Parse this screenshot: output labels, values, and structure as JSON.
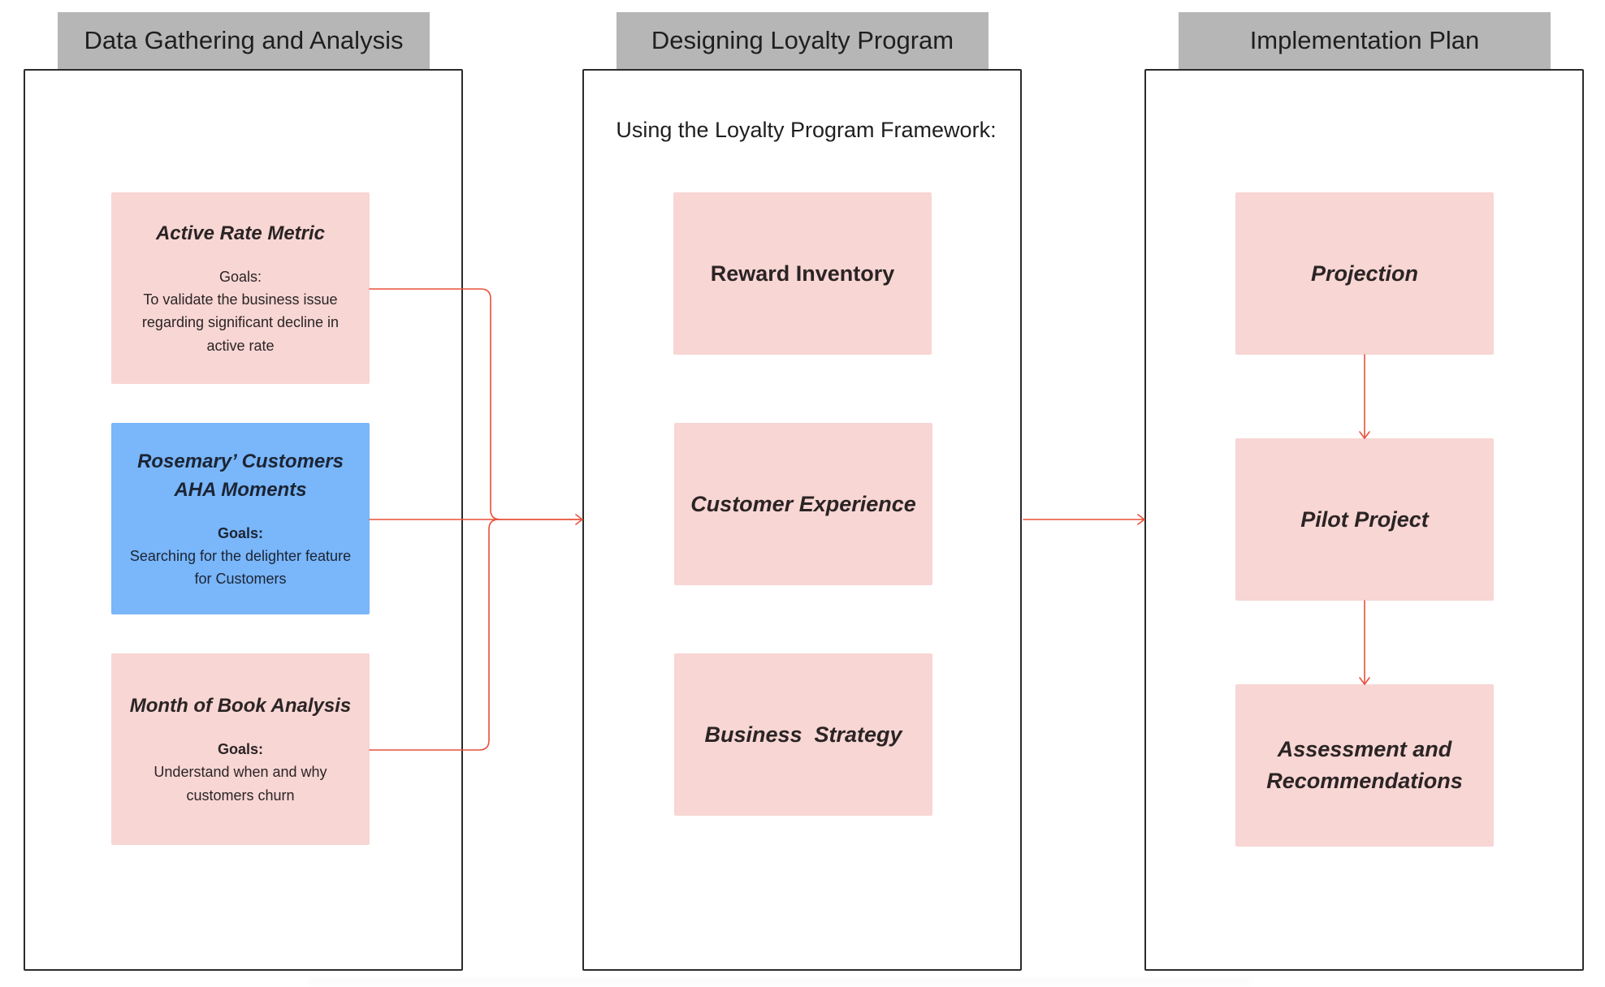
{
  "columns": [
    {
      "header": "Data Gathering and Analysis",
      "cards": [
        {
          "title": "Active Rate Metric",
          "goals_label": "Goals:",
          "goals_text": "To validate the business issue regarding significant decline in active rate"
        },
        {
          "title_line1": "Rosemary’ Customers",
          "title_line2": "AHA Moments",
          "goals_label": "Goals:",
          "goals_text": "Searching for the delighter feature for Customers"
        },
        {
          "title": "Month of Book Analysis",
          "goals_label": "Goals:",
          "goals_text": "Understand when and why customers churn"
        }
      ]
    },
    {
      "header": "Designing Loyalty Program",
      "subtitle": "Using the Loyalty Program Framework:",
      "cards": [
        {
          "title": "Reward Inventory"
        },
        {
          "title": "Customer Experience"
        },
        {
          "title": "Business  Strategy"
        }
      ]
    },
    {
      "header": "Implementation Plan",
      "cards": [
        {
          "title": "Projection"
        },
        {
          "title": "Pilot Project"
        },
        {
          "title_line1": "Assessment and",
          "title_line2": "Recommendations"
        }
      ]
    }
  ],
  "colors": {
    "card_fill": "#f7d6d4",
    "highlight_fill": "#79b6fa",
    "header_fill": "#b6b6b6",
    "connector": "#e8503a",
    "border": "#2b2b2b"
  }
}
